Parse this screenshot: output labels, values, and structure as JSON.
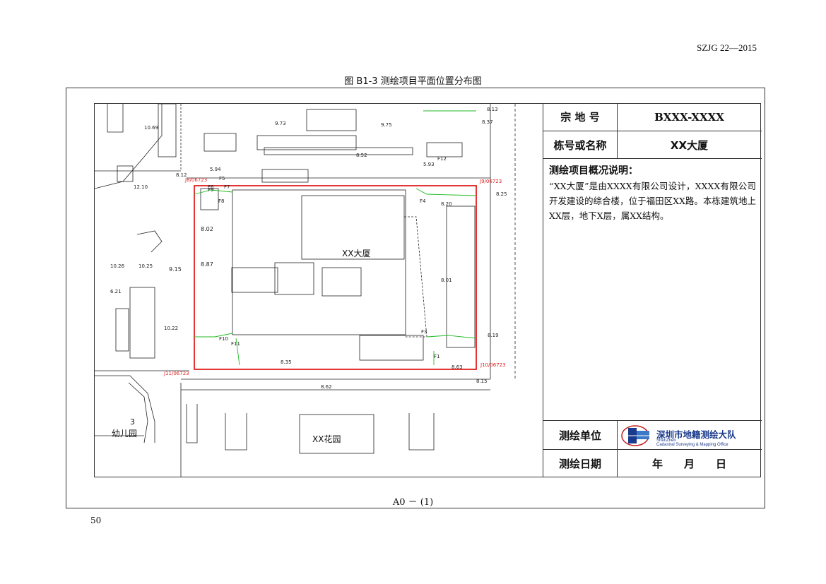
{
  "standard_code": "SZJG 22—2015",
  "figure_title": "图 B1-3 测绘项目平面位置分布图",
  "table": {
    "parcel_label": "宗 地 号",
    "parcel_value": "BXXX-XXXX",
    "building_label": "栋号或名称",
    "building_value": "XX大厦",
    "description_title": "测绘项目概况说明：",
    "description_text": "“XX大厦”是由XXXX有限公司设计，XXXX有限公司开发建设的综合楼，位于福田区XX路。本栋建筑地上XX层，地下X层，属XX结构。",
    "unit_label": "测绘单位",
    "logo_cn": "深圳市地籍测绘大队",
    "logo_en_1": "ShenZhen",
    "logo_en_2": "Cadastral Surveying & Mapping Office",
    "date_label": "测绘日期",
    "date_value": "年　　月　　日"
  },
  "map": {
    "main_building": "XX大厦",
    "kindergarten": "幼儿园",
    "kindergarten_no": "3",
    "garden": "XX花园",
    "corner_labels": [
      "J8/06723",
      "J9/06723",
      "J11/06723",
      "J10/06723"
    ],
    "point_labels": [
      "F1",
      "F3",
      "F4",
      "F5",
      "F6",
      "F7",
      "F8",
      "F9",
      "F10",
      "F11",
      "F12"
    ],
    "elevations": [
      "8.13",
      "8.37",
      "8.12",
      "8.25",
      "8.20",
      "8.01",
      "8.19",
      "8.15",
      "8.62",
      "8.35",
      "8.63",
      "8.52",
      "9.73",
      "9.75",
      "10.69",
      "10.26",
      "10.25",
      "10.22",
      "12.10",
      "5.94",
      "5.93",
      "6.21"
    ]
  },
  "page_label": "A0 － (1)",
  "page_number": "50"
}
